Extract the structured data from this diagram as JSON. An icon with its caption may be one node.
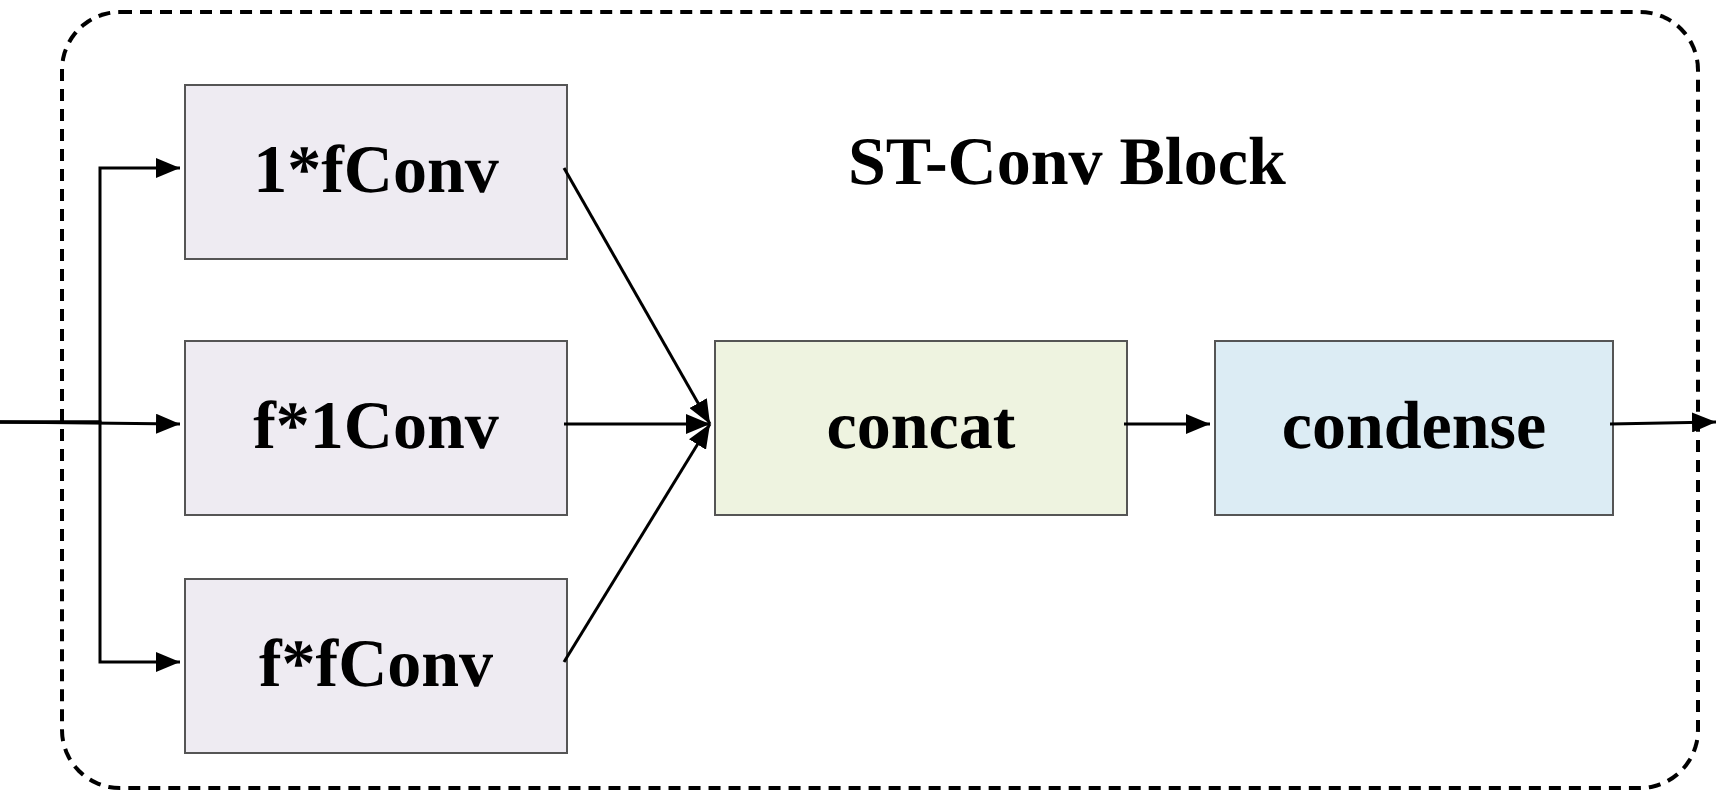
{
  "diagram": {
    "nodes": [
      {
        "text": [
          "ST-Conv Block"
        ]
      },
      {
        "text": [
          "1*fConv"
        ],
        "in": 0
      },
      {
        "text": [
          "f*1Conv"
        ],
        "in": 0
      },
      {
        "text": [
          "f*fConv"
        ],
        "in": 0
      },
      {
        "text": [
          "concat"
        ],
        "in": 0
      },
      {
        "text": [
          "condense"
        ],
        "in": 0
      }
    ],
    "edges": [
      {
        "from": null,
        "to": 1,
        "arrow": "to"
      },
      {
        "from": null,
        "to": 2,
        "arrow": "to"
      },
      {
        "from": null,
        "to": 3,
        "arrow": "to"
      },
      {
        "from": 1,
        "to": 4,
        "arrow": "to"
      },
      {
        "from": 2,
        "to": 4,
        "arrow": "to"
      },
      {
        "from": 3,
        "to": 4,
        "arrow": "to"
      },
      {
        "from": 4,
        "to": 5,
        "arrow": "to"
      },
      {
        "from": 5,
        "to": null,
        "arrow": "to"
      }
    ]
  }
}
